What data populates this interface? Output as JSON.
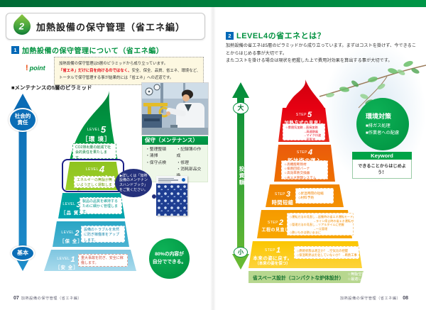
{
  "left": {
    "header": {
      "num": "2",
      "title": "加熱設備の保守管理（省エネ編）"
    },
    "section": {
      "num": "1",
      "title": "加熱設備の保守管理について（省エネ編）"
    },
    "point": {
      "bang": "!",
      "label": "point",
      "line1": "加熱設備の保守管理は5層のピラミッドから成り立っています。",
      "line2_red": "「省エネ」だけに目を向けるのではなく、",
      "line2_rest": "安全、保全、品質、省エネ、環境など、",
      "line3": "トータルで保守管理する事が結果的には「省エネ」への近道です。"
    },
    "pyramid_caption": "■メンテナンスの5層のピラミッド",
    "axis": {
      "top": "社会的\n責任",
      "bottom": "基本"
    },
    "levels": [
      {
        "tag": "LEVEL",
        "num": "5",
        "name": "［環 境］",
        "desc": "CO2排出量の削減で社会的責任を果たします。"
      },
      {
        "tag": "LEVEL",
        "num": "4",
        "name": "［省エネ］",
        "desc": "エネルギーの無駄が無いよう正しく運転します。"
      },
      {
        "tag": "LEVEL",
        "num": "3",
        "name": "［品 質］",
        "desc": "製品の品質を維持するために細かく管理します。"
      },
      {
        "tag": "LEVEL",
        "num": "2",
        "name": "［保 全］",
        "desc": "設備のトラブルを未然に防ぎ稼働率をアップします。"
      },
      {
        "tag": "LEVEL",
        "num": "1",
        "name": "［安 全］",
        "desc": "重大事故を防ぎ、安全に稼働します。"
      }
    ],
    "maintenance": {
      "title": "保守（メンテナンス）",
      "col1": [
        "・整理整頓",
        "・清掃",
        "・保守点検"
      ],
      "col2": [
        "・記録簿の作成",
        "・修理",
        "・消耗部品交換"
      ]
    },
    "bubble": "▶詳しくは「加熱設備のメンテナンスハンドブック」をご覧ください。",
    "circle80": {
      "line1": "80%の内容が",
      "line2": "自分でできる。"
    },
    "footer": {
      "page": "07",
      "text": "加熱設備の保守管理（省エネ編）"
    }
  },
  "right": {
    "section": {
      "num": "2",
      "title": "LEVEL4の省エネとは？"
    },
    "intro1": "加熱設備の省エネは5層のピラミッドから成り立っています。まずはコストを掛けず、今できることからはじめる事が大切です。",
    "intro2": "またコストを掛ける場合は現状を把握した上で費用対効果を算出する事が大切です。",
    "axis": {
      "top": "大",
      "label": "投資額",
      "bottom": "小"
    },
    "steps": [
      {
        "tag": "STEP",
        "num": "5",
        "title": "加熱方式の見直し",
        "title2": "（ハイブリッド化）",
        "items": [
          "☆雰囲気加熱→直接加熱",
          "　　　　　　→高速熱風",
          "　　　　　　→マイクロ波",
          "　　　　　　→高周波",
          "　　　　　　→遠赤外線"
        ]
      },
      {
        "tag": "STEP",
        "num": "4",
        "title": "新技術の導入",
        "items": [
          "☆高機能断熱材",
          "☆排熱回収バーナ",
          "☆高効率熱交換器",
          "☆省エネ管理システム"
        ]
      },
      {
        "tag": "STEP",
        "num": "3",
        "title": "時間短縮",
        "items": [
          "◇昇温時間の短縮",
          "◇材料予熱"
        ]
      },
      {
        "tag": "STEP",
        "num": "2",
        "title": "工程の見直し",
        "items": [
          "◇運転方法の見直し→起動時の省エネ運転モード",
          "　　　　　　　　→ライン停止時の省エネ運転モード",
          "◇管理方法の見直し→リアルタイムに把握",
          "　　　　　　　　→一元管理",
          "◇熱いものは熱いままに"
        ]
      },
      {
        "tag": "STEP",
        "num": "1",
        "title": "本来の姿に戻す。",
        "title2": "（本来の姿を保つ）",
        "items": [
          "◇燃焼状態は適正か？→空気比の把握",
          "◇保温断熱は劣化していないか？→断熱工事"
        ]
      }
    ],
    "space": {
      "title": "省スペース設計（コンパクトな炉体設計）",
      "items": [
        "☆無駄空間の削減",
        "☆最適レイアウト"
      ]
    },
    "env": {
      "title": "環境対策",
      "items": [
        "■排ガス処理",
        "■作業者への配慮"
      ]
    },
    "keyword": {
      "label": "Keyword",
      "text": "できることからはじめよう！"
    },
    "footer": {
      "text": "加熱設備の保守管理（省エネ編）",
      "page": "08"
    }
  }
}
